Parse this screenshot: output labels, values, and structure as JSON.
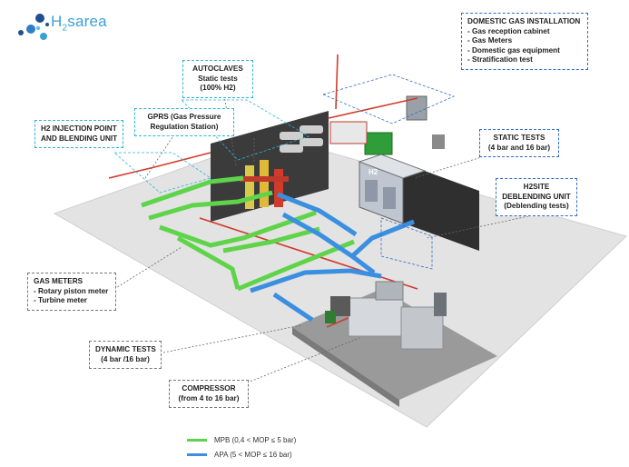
{
  "logo": {
    "text_main": "H",
    "text_sub": "2",
    "text_rest": "sarea"
  },
  "callouts": {
    "domestic": {
      "title": "DOMESTIC GAS INSTALLATION",
      "items": [
        "- Gas reception cabinet",
        "- Gas Meters",
        "- Domestic gas equipment",
        "- Stratification test"
      ]
    },
    "autoclaves": {
      "lines": [
        "AUTOCLAVES",
        "Static tests",
        "(100% H2)"
      ]
    },
    "gprs": {
      "lines": [
        "GPRS (Gas Pressure",
        "Regulation Station)"
      ]
    },
    "h2_injection": {
      "lines": [
        "H2 INJECTION POINT",
        "AND BLENDING UNIT"
      ]
    },
    "static_tests": {
      "lines": [
        "STATIC TESTS",
        "(4 bar and 16 bar)"
      ]
    },
    "h2site": {
      "lines": [
        "H2SITE",
        "DEBLENDING UNIT",
        "(Deblending tests)"
      ]
    },
    "gas_meters": {
      "lines": [
        "GAS METERS",
        "- Rotary piston meter",
        "- Turbine meter"
      ]
    },
    "dynamic_tests": {
      "lines": [
        "DYNAMIC TESTS",
        "(4 bar /16 bar)"
      ]
    },
    "compressor": {
      "lines": [
        "COMPRESSOR",
        "(from 4 to 16 bar)"
      ]
    }
  },
  "cabinet_label": "H2",
  "legend": [
    {
      "label": "MPB (0,4 < MOP ≤ 5 bar)",
      "color": "#5fd44a"
    },
    {
      "label": "APA (5 < MOP ≤ 16 bar)",
      "color": "#3b8fe0"
    }
  ],
  "colors": {
    "green_pipe": "#5fd44a",
    "blue_pipe": "#3b8fe0",
    "red_pipe": "#d23a2a",
    "cyan_callout": "#2bb4d6",
    "blue_callout": "#2f6cc4"
  }
}
